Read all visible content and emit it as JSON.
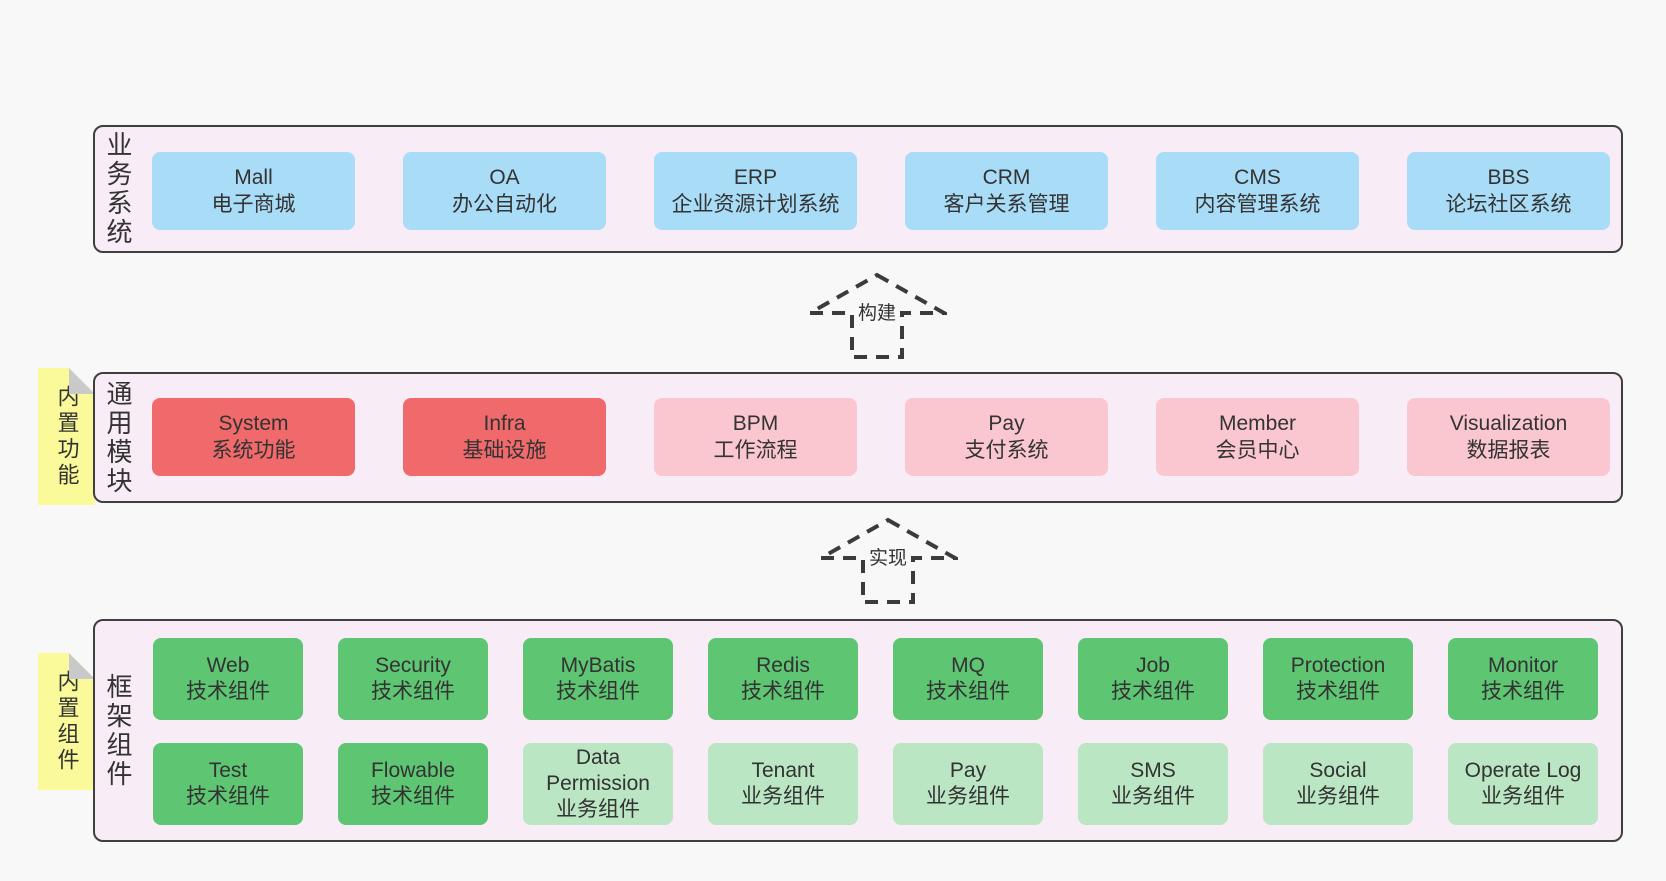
{
  "palette": {
    "page_bg": "#f8f8f8",
    "panel_bg": "#f8edf7",
    "panel_border": "#3f3f3f",
    "blue": "#a9dcf7",
    "red": "#f0696b",
    "pink": "#fac7d1",
    "green": "#5ec573",
    "green_light": "#bae6c3",
    "yellow": "#fafa9b",
    "fold_gray": "#c9c9c9",
    "text": "#333333",
    "arrow": "#3b3b3b"
  },
  "tags": [
    {
      "label": "内置功能"
    },
    {
      "label": "内置组件"
    }
  ],
  "arrows": [
    {
      "label": "构建"
    },
    {
      "label": "实现"
    }
  ],
  "sections": [
    {
      "label": "业务系统",
      "boxes": [
        {
          "title": "Mall",
          "subtitle": "电子商城",
          "color": "blue"
        },
        {
          "title": "OA",
          "subtitle": "办公自动化",
          "color": "blue"
        },
        {
          "title": "ERP",
          "subtitle": "企业资源计划系统",
          "color": "blue"
        },
        {
          "title": "CRM",
          "subtitle": "客户关系管理",
          "color": "blue"
        },
        {
          "title": "CMS",
          "subtitle": "内容管理系统",
          "color": "blue"
        },
        {
          "title": "BBS",
          "subtitle": "论坛社区系统",
          "color": "blue"
        }
      ]
    },
    {
      "label": "通用模块",
      "boxes": [
        {
          "title": "System",
          "subtitle": "系统功能",
          "color": "red"
        },
        {
          "title": "Infra",
          "subtitle": "基础设施",
          "color": "red"
        },
        {
          "title": "BPM",
          "subtitle": "工作流程",
          "color": "pink"
        },
        {
          "title": "Pay",
          "subtitle": "支付系统",
          "color": "pink"
        },
        {
          "title": "Member",
          "subtitle": "会员中心",
          "color": "pink"
        },
        {
          "title": "Visualization",
          "subtitle": "数据报表",
          "color": "pink"
        }
      ]
    },
    {
      "label": "框架组件",
      "rows": [
        [
          {
            "title": "Web",
            "subtitle": "技术组件",
            "color": "green"
          },
          {
            "title": "Security",
            "subtitle": "技术组件",
            "color": "green"
          },
          {
            "title": "MyBatis",
            "subtitle": "技术组件",
            "color": "green"
          },
          {
            "title": "Redis",
            "subtitle": "技术组件",
            "color": "green"
          },
          {
            "title": "MQ",
            "subtitle": "技术组件",
            "color": "green"
          },
          {
            "title": "Job",
            "subtitle": "技术组件",
            "color": "green"
          },
          {
            "title": "Protection",
            "subtitle": "技术组件",
            "color": "green"
          },
          {
            "title": "Monitor",
            "subtitle": "技术组件",
            "color": "green"
          }
        ],
        [
          {
            "title": "Test",
            "subtitle": "技术组件",
            "color": "green"
          },
          {
            "title": "Flowable",
            "subtitle": "技术组件",
            "color": "green"
          },
          {
            "title": "Data Permission",
            "subtitle": "业务组件",
            "color": "green_light"
          },
          {
            "title": "Tenant",
            "subtitle": "业务组件",
            "color": "green_light"
          },
          {
            "title": "Pay",
            "subtitle": "业务组件",
            "color": "green_light"
          },
          {
            "title": "SMS",
            "subtitle": "业务组件",
            "color": "green_light"
          },
          {
            "title": "Social",
            "subtitle": "业务组件",
            "color": "green_light"
          },
          {
            "title": "Operate Log",
            "subtitle": "业务组件",
            "color": "green_light"
          }
        ]
      ]
    }
  ]
}
